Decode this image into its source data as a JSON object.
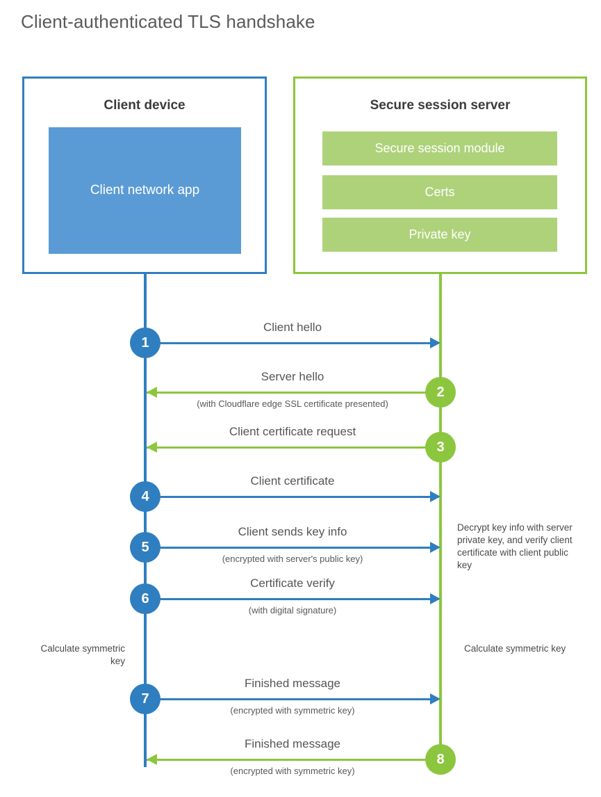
{
  "title": "Client-authenticated TLS handshake",
  "colors": {
    "client_blue": "#2f7ec0",
    "client_app_fill": "#5b9bd5",
    "server_green": "#8cc63e",
    "server_item_fill": "#aed27a",
    "text": "#4a4a4a"
  },
  "actors": {
    "client": {
      "title": "Client device",
      "app_label": "Client network app"
    },
    "server": {
      "title": "Secure session server",
      "items": [
        {
          "label": "Secure session module"
        },
        {
          "label": "Certs"
        },
        {
          "label": "Private key"
        }
      ]
    }
  },
  "messages": [
    {
      "step": "1",
      "direction": "to-server",
      "label": "Client hello",
      "sublabel": ""
    },
    {
      "step": "2",
      "direction": "to-client",
      "label": "Server hello",
      "sublabel": "(with Cloudflare edge SSL certificate presented)"
    },
    {
      "step": "3",
      "direction": "to-client",
      "label": "Client certificate request",
      "sublabel": ""
    },
    {
      "step": "4",
      "direction": "to-server",
      "label": "Client certificate",
      "sublabel": ""
    },
    {
      "step": "5",
      "direction": "to-server",
      "label": "Client sends key info",
      "sublabel": "(encrypted with server's public key)"
    },
    {
      "step": "6",
      "direction": "to-server",
      "label": "Certificate verify",
      "sublabel": "(with digital signature)"
    },
    {
      "step": "7",
      "direction": "to-server",
      "label": "Finished message",
      "sublabel": "(encrypted with symmetric key)"
    },
    {
      "step": "8",
      "direction": "to-client",
      "label": "Finished message",
      "sublabel": "(encrypted with symmetric key)"
    }
  ],
  "notes": {
    "decrypt": "Decrypt key info with server private key, and verify client certificate with client public key",
    "client_symmetric": "Calculate symmetric key",
    "server_symmetric": "Calculate symmetric key"
  }
}
